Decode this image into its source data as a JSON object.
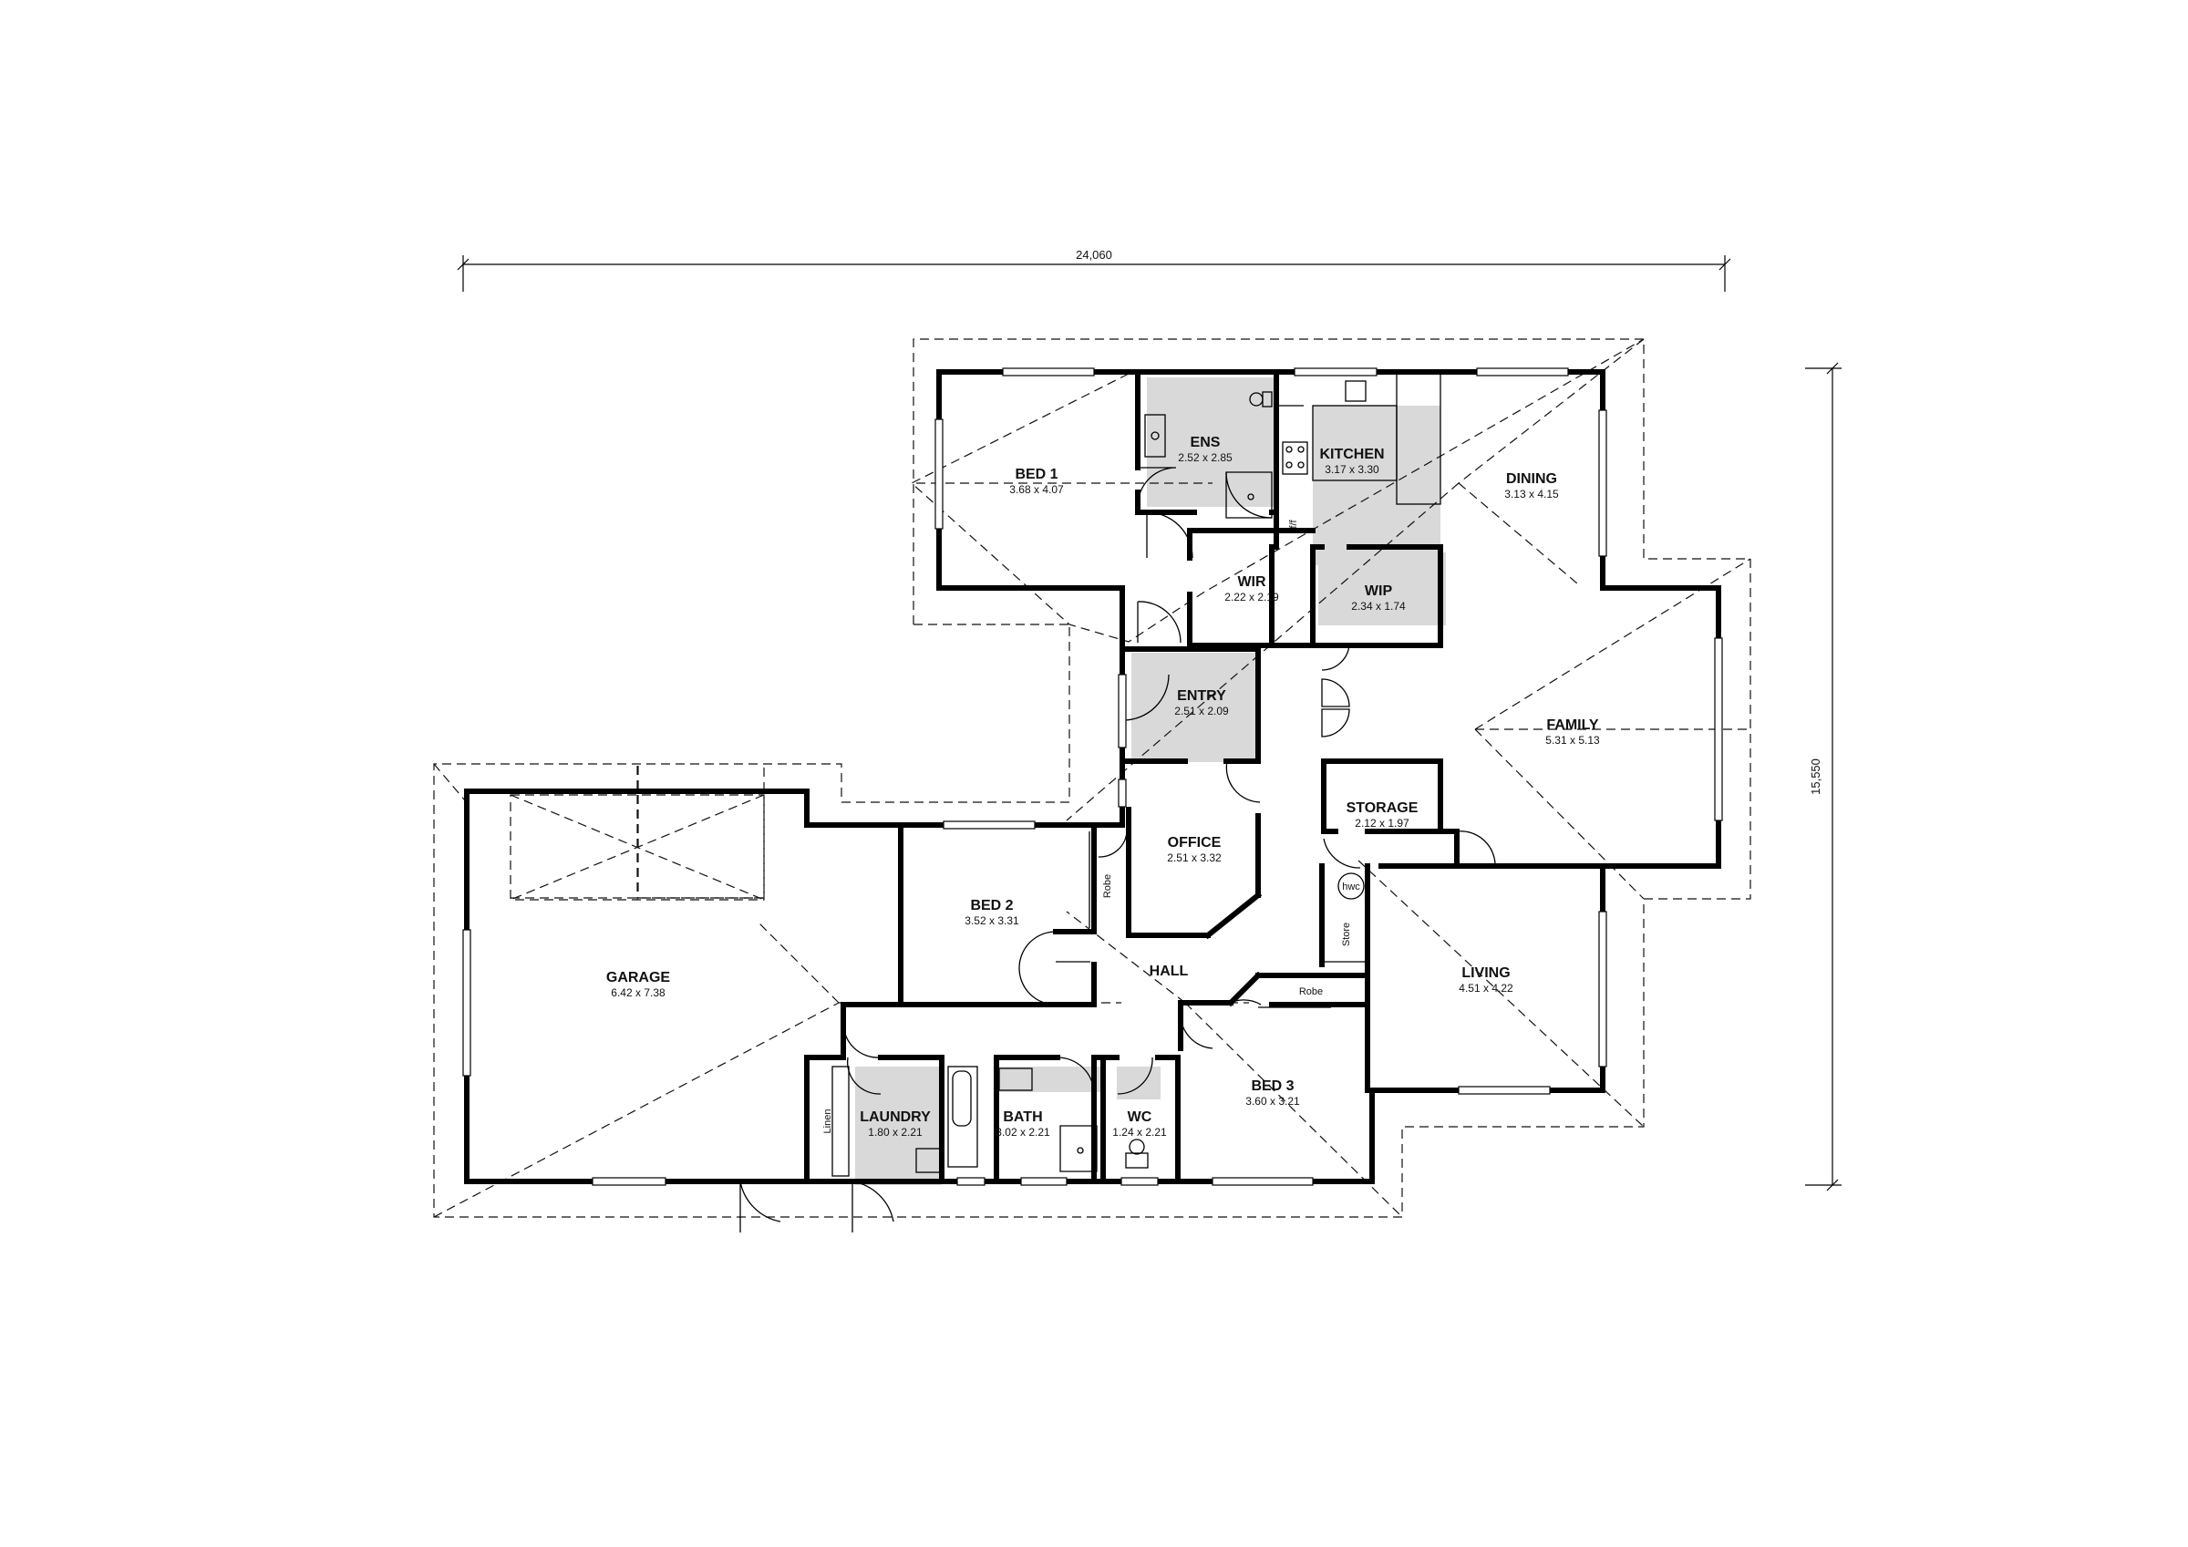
{
  "plan": {
    "overall_width": "24,060",
    "overall_depth": "15,550",
    "rooms": {
      "bed1": {
        "name": "BED 1",
        "dims": "3.68 x 4.07"
      },
      "ens": {
        "name": "ENS",
        "dims": "2.52 x 2.85"
      },
      "kitchen": {
        "name": "KITCHEN",
        "dims": "3.17 x 3.30"
      },
      "dining": {
        "name": "DINING",
        "dims": "3.13 x 4.15"
      },
      "wir": {
        "name": "WIR",
        "dims": "2.22 x 2.19"
      },
      "wip": {
        "name": "WIP",
        "dims": "2.34 x 1.74"
      },
      "entry": {
        "name": "ENTRY",
        "dims": "2.51 x 2.09"
      },
      "family": {
        "name": "FAMILY",
        "dims": "5.31 x 5.13"
      },
      "storage": {
        "name": "STORAGE",
        "dims": "2.12 x 1.97"
      },
      "office": {
        "name": "OFFICE",
        "dims": "2.51 x 3.32"
      },
      "bed2": {
        "name": "BED 2",
        "dims": "3.52 x 3.31"
      },
      "garage": {
        "name": "GARAGE",
        "dims": "6.42 x 7.38"
      },
      "hall": {
        "name": "HALL",
        "dims": ""
      },
      "living": {
        "name": "LIVING",
        "dims": "4.51 x 4.22"
      },
      "bed3": {
        "name": "BED 3",
        "dims": "3.60 x 3.21"
      },
      "laundry": {
        "name": "LAUNDRY",
        "dims": "1.80 x 2.21"
      },
      "bath": {
        "name": "BATH",
        "dims": "3.02 x 2.21"
      },
      "wc": {
        "name": "WC",
        "dims": "1.24 x 2.21"
      }
    },
    "fixtures": {
      "robe_bed2": "Robe",
      "robe_bed3": "Robe",
      "linen": "Linen",
      "store": "Store",
      "hwc": "hwc",
      "fridge": "f/f"
    }
  },
  "colors": {
    "wall": "#000000",
    "wet_area_fill": "#d9d9d9",
    "background": "#ffffff"
  }
}
